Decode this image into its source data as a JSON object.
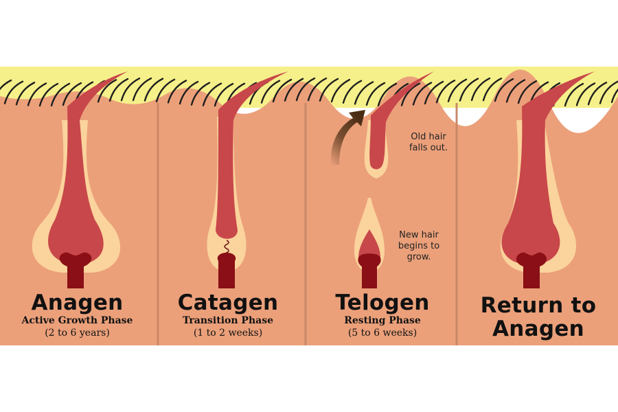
{
  "stages": [
    {
      "title": "Anagen",
      "subtitle": "Active Growth Phase",
      "duration": "(2 to 6 years)"
    },
    {
      "title": "Catagen",
      "subtitle": "Transition Phase",
      "duration": "(1 to 2 weeks)"
    },
    {
      "title": "Telogen",
      "subtitle": "Resting Phase",
      "duration": "(5 to 6 weeks)"
    },
    {
      "title_line1": "Return to",
      "title_line2": "Anagen"
    }
  ],
  "annotations": {
    "old_hair_line1": "Old hair",
    "old_hair_line2": "falls out.",
    "new_hair_line1": "New hair",
    "new_hair_line2": "begins to",
    "new_hair_line3": "grow."
  },
  "colors": {
    "surface": "#f5f08a",
    "skin": "#eba07a",
    "hair": "#c8474a",
    "sheath": "#fbd39c",
    "bulb": "#8a0f16",
    "divider": "#c98868",
    "arrow": "#5c3a1e"
  }
}
